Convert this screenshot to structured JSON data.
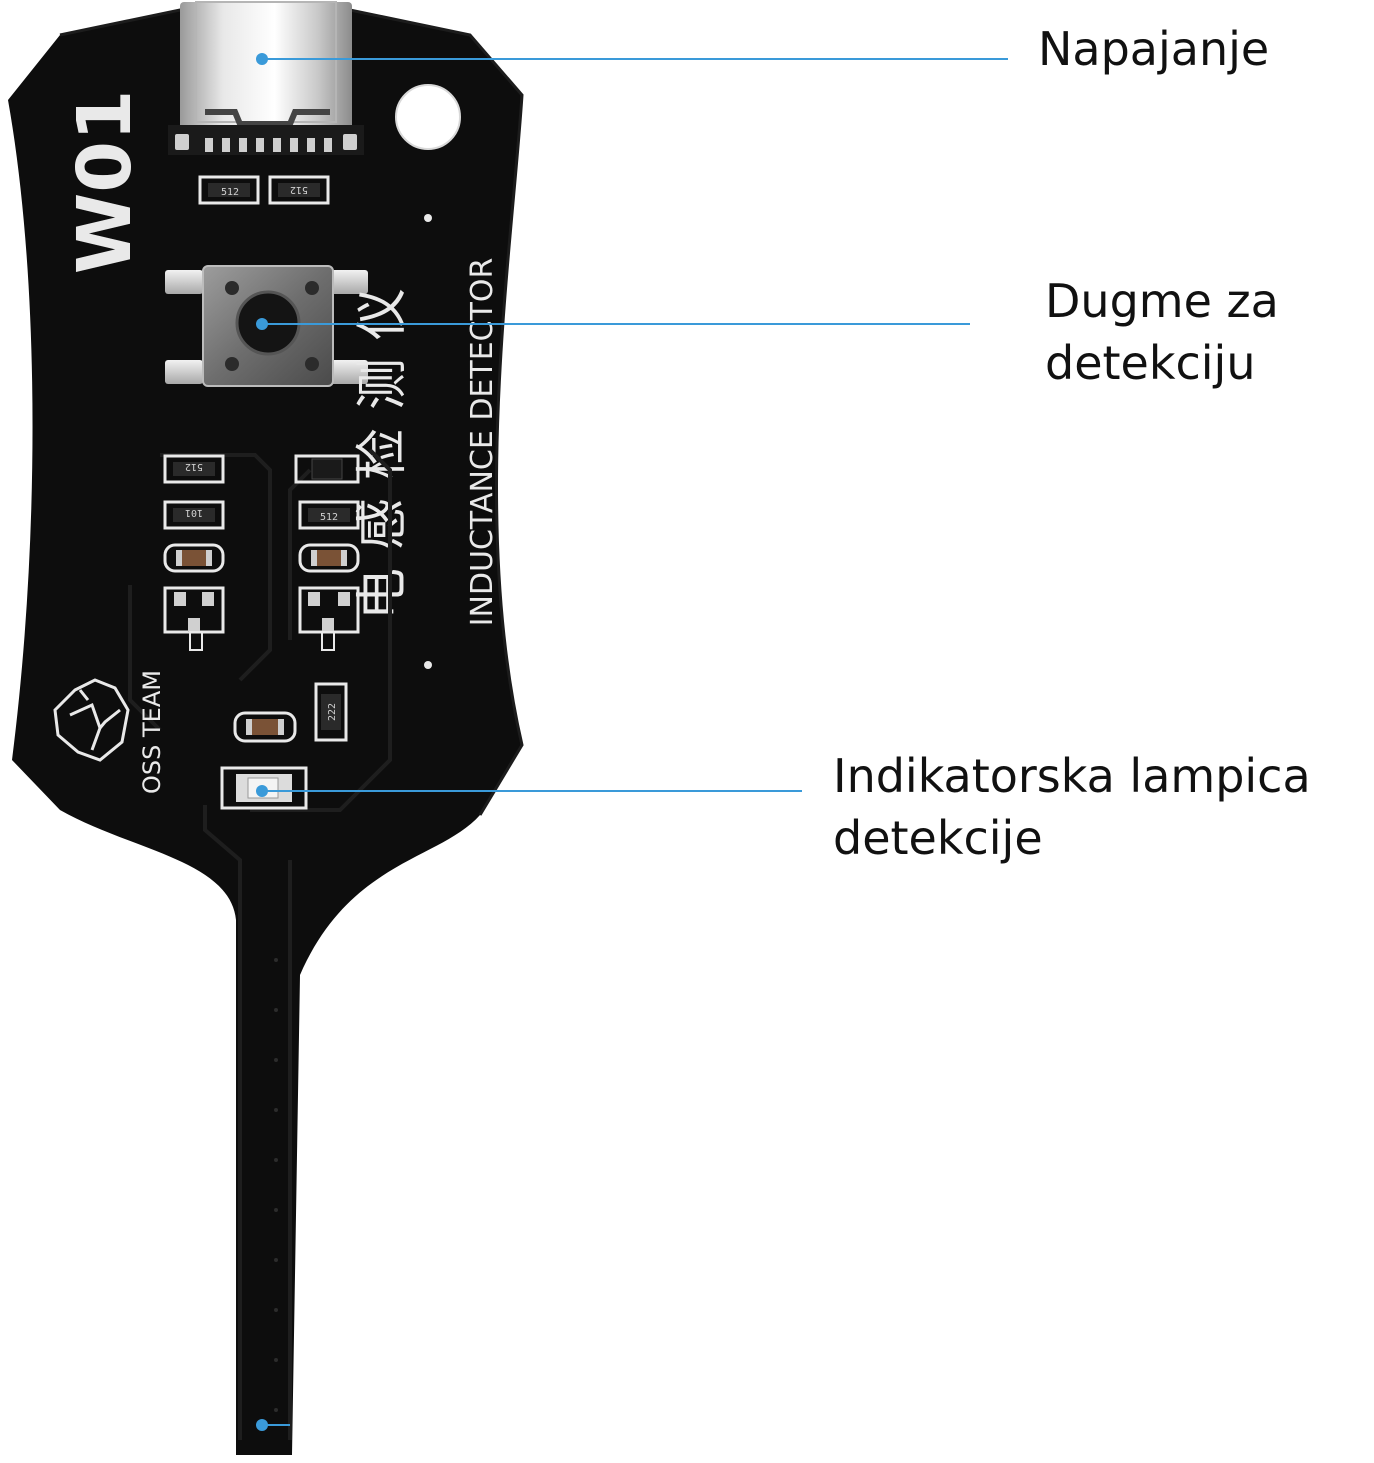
{
  "board": {
    "model": "W01",
    "chinese_title": "电感检测仪",
    "english_title": "INDUCTANCE DETECTOR",
    "team_name": "OSS TEAM",
    "component_codes": [
      "512",
      "512",
      "512",
      "101",
      "512",
      "222"
    ]
  },
  "callouts": {
    "power": {
      "label": "Napajanje"
    },
    "button": {
      "line1": "Dugme za",
      "line2": "detekciju"
    },
    "indicator": {
      "line1": "Indikatorska lampica",
      "line2": "detekcije"
    }
  },
  "colors": {
    "callout_line": "#3a9ad9",
    "pcb": "#0d0d0d",
    "silkscreen": "#e9e9e9"
  }
}
